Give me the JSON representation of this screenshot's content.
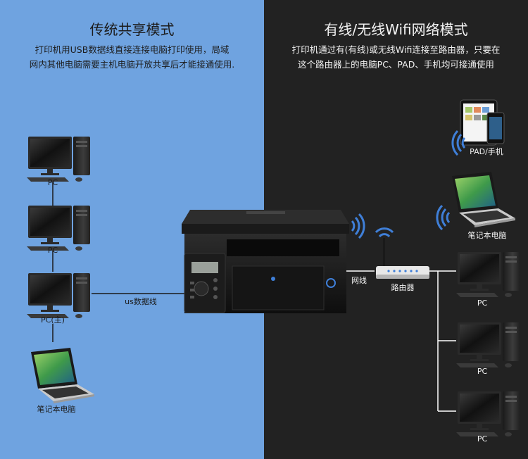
{
  "left": {
    "title": "传统共享模式",
    "desc_line1": "打印机用USB数据线直接连接电脑打印使用，局域",
    "desc_line2": "网内其他电脑需要主机电脑开放共享后才能接通使用.",
    "pc1_label": "PC",
    "pc2_label": "PC",
    "pc3_label": "PC(主)",
    "laptop_label": "笔记本电脑",
    "usb_label": "us数据线"
  },
  "right": {
    "title": "有线/无线Wifi网络模式",
    "desc_line1": "打印机通过有(有线)或无线Wifi连接至路由器，只要在",
    "desc_line2": "这个路由器上的电脑PC、PAD、手机均可接通使用",
    "pad_label": "PAD/手机",
    "laptop_label": "笔记本电脑",
    "wire_label": "网线",
    "router_label": "路由器",
    "pc1_label": "PC",
    "pc2_label": "PC",
    "pc3_label": "PC"
  },
  "colors": {
    "left_bg": "#6fa3e0",
    "right_bg": "#222222",
    "wifi_blue": "#3f7fd8"
  },
  "icons": {
    "printer": "mfp-printer-icon",
    "router": "router-icon",
    "desktop": "desktop-pc-icon",
    "laptop": "laptop-icon",
    "tablet": "tablet-phone-icon",
    "wifi": "wifi-signal-icon"
  }
}
